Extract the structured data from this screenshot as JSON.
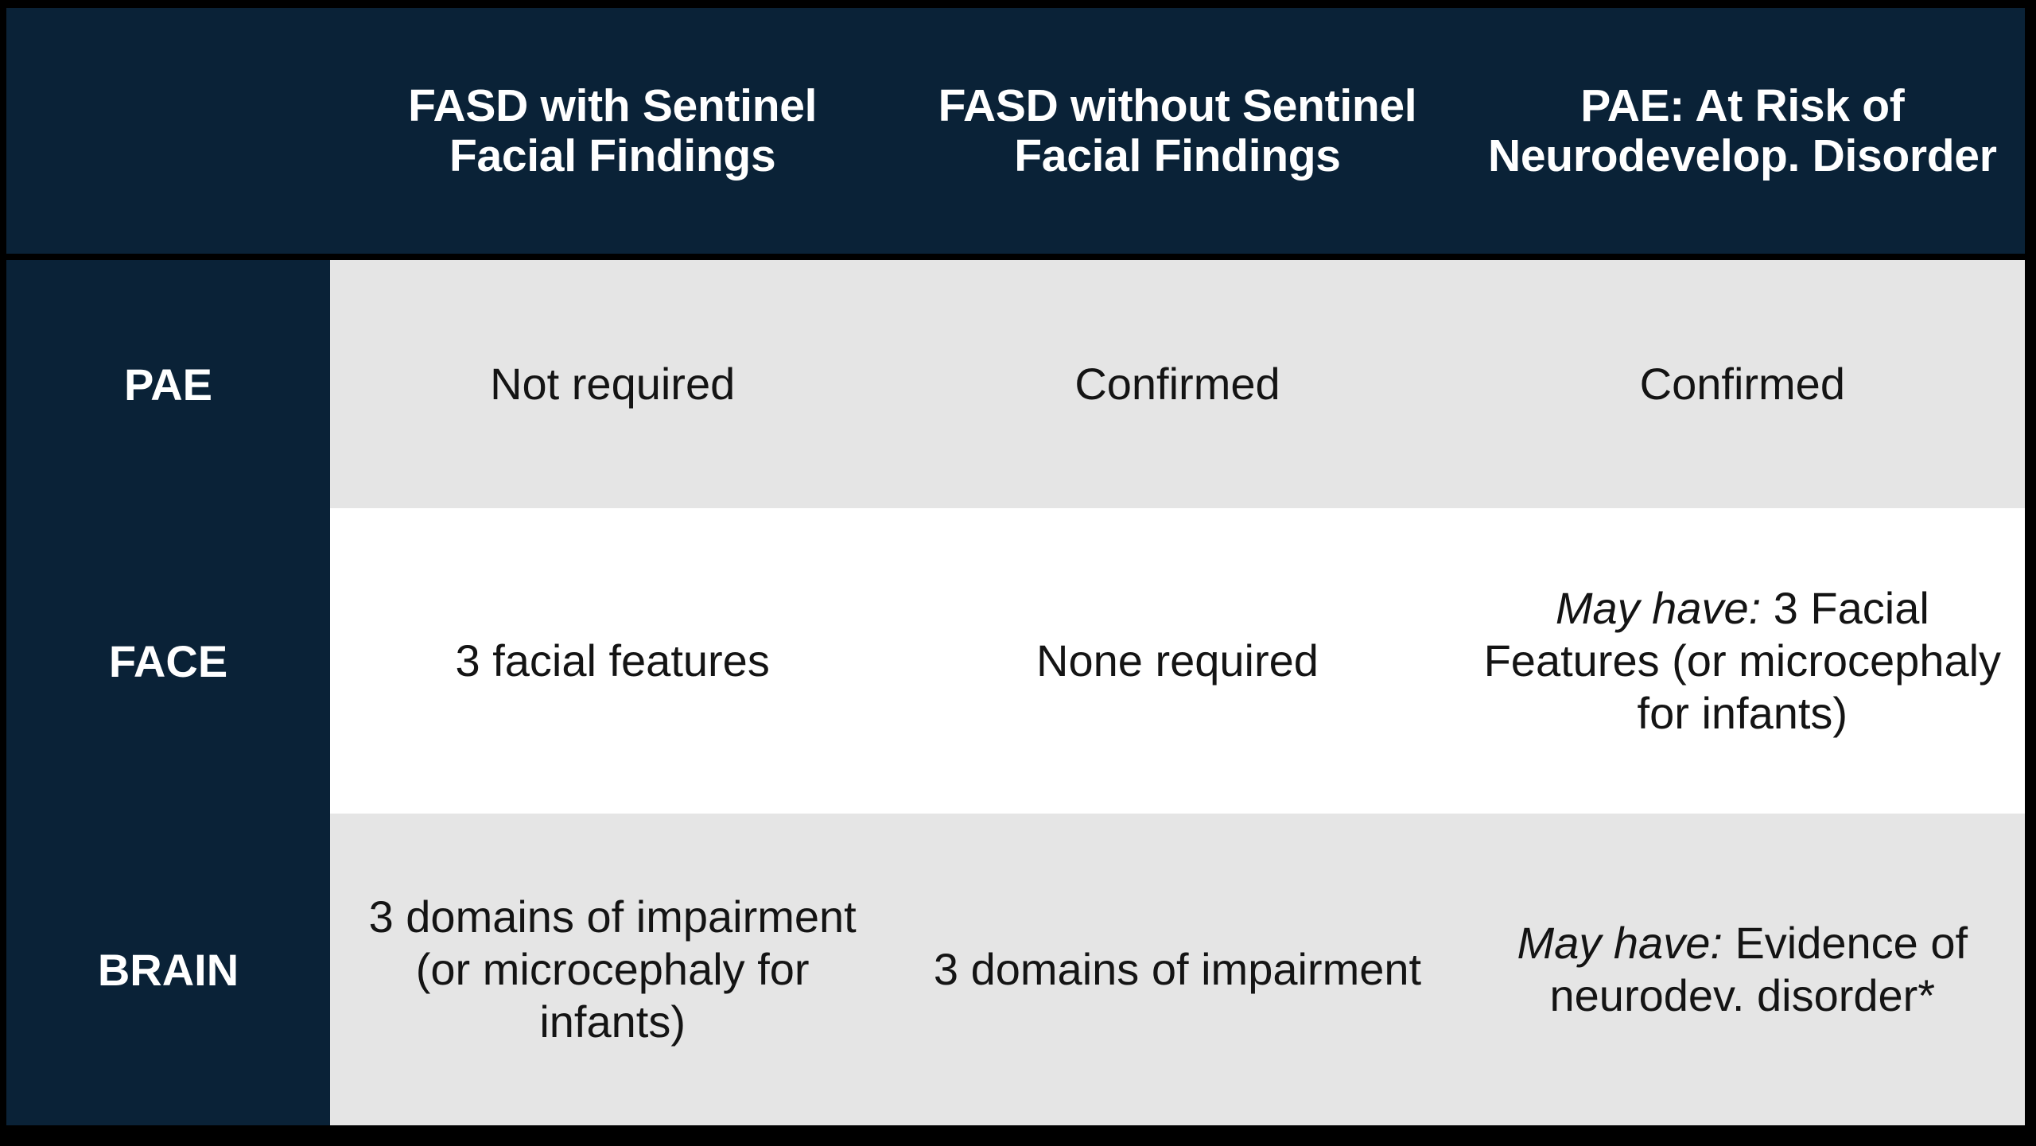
{
  "table": {
    "columns": [
      "FASD with Sentinel Facial Findings",
      "FASD without Sentinel Facial Findings",
      "PAE: At Risk of Neurodevelop. Disorder"
    ],
    "row_labels": [
      "PAE",
      "FACE",
      "BRAIN"
    ],
    "rows": [
      {
        "label": "PAE",
        "cells": [
          {
            "prefix": "",
            "text": "Not required"
          },
          {
            "prefix": "",
            "text": "Confirmed"
          },
          {
            "prefix": "",
            "text": "Confirmed"
          }
        ]
      },
      {
        "label": "FACE",
        "cells": [
          {
            "prefix": "",
            "text": "3 facial features"
          },
          {
            "prefix": "",
            "text": "None required"
          },
          {
            "prefix": "May have:",
            "text": " 3 Facial Features (or microcephaly for infants)"
          }
        ]
      },
      {
        "label": "BRAIN",
        "cells": [
          {
            "prefix": "",
            "text": "3 domains of impairment (or microcephaly for infants)"
          },
          {
            "prefix": "",
            "text": "3 domains of impairment"
          },
          {
            "prefix": "May have:",
            "text": " Evidence of neurodev. disorder*"
          }
        ]
      }
    ]
  },
  "colors": {
    "header_background": "#0a2237",
    "row_label_background": "#0a2237",
    "header_text": "#ffffff",
    "band_gray": "#e5e5e5",
    "band_white": "#ffffff",
    "body_text": "#141414",
    "frame": "#000000"
  }
}
